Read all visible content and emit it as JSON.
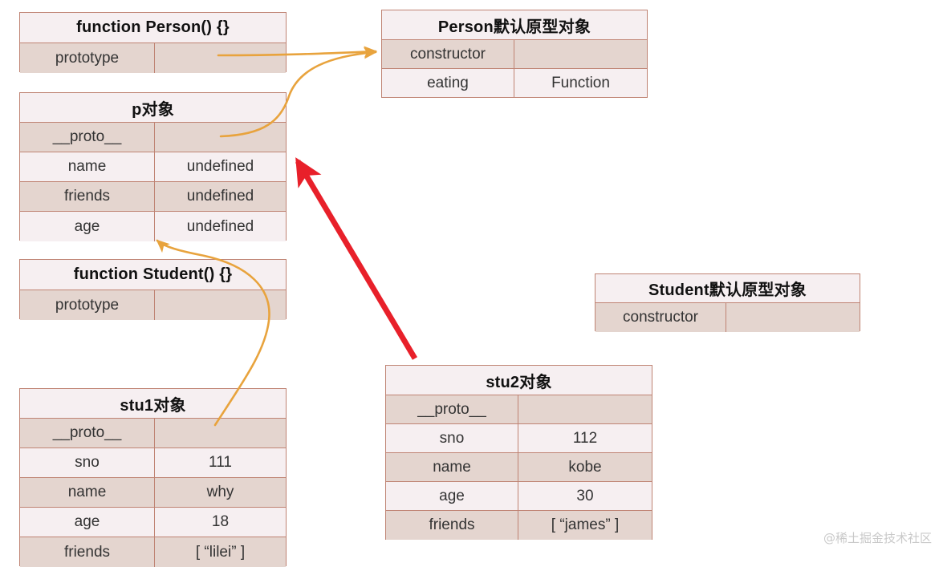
{
  "diagram": {
    "title": "JavaScript prototype chain diagram",
    "colors": {
      "border": "#bf8373",
      "row_light": "#f6eff1",
      "row_dark": "#e4d5cf",
      "arrow_orange": "#e8a33d",
      "arrow_red": "#e8202a",
      "background": "#ffffff",
      "text": "#333333"
    }
  },
  "boxes": {
    "person_fn": {
      "title": "function Person() {}",
      "rows": [
        {
          "key": "prototype",
          "value": ""
        }
      ]
    },
    "p_object": {
      "title": "p对象",
      "rows": [
        {
          "key": "__proto__",
          "value": ""
        },
        {
          "key": "name",
          "value": "undefined"
        },
        {
          "key": "friends",
          "value": "undefined"
        },
        {
          "key": "age",
          "value": "undefined"
        }
      ]
    },
    "student_fn": {
      "title": "function Student() {}",
      "rows": [
        {
          "key": "prototype",
          "value": ""
        }
      ]
    },
    "stu1_object": {
      "title": "stu1对象",
      "rows": [
        {
          "key": "__proto__",
          "value": ""
        },
        {
          "key": "sno",
          "value": "111"
        },
        {
          "key": "name",
          "value": "why"
        },
        {
          "key": "age",
          "value": "18"
        },
        {
          "key": "friends",
          "value": "[ “lilei” ]"
        }
      ]
    },
    "person_prototype": {
      "title": "Person默认原型对象",
      "rows": [
        {
          "key": "constructor",
          "value": ""
        },
        {
          "key": "eating",
          "value": "Function"
        }
      ]
    },
    "student_prototype": {
      "title": "Student默认原型对象",
      "rows": [
        {
          "key": "constructor",
          "value": ""
        }
      ]
    },
    "stu2_object": {
      "title": "stu2对象",
      "rows": [
        {
          "key": "__proto__",
          "value": ""
        },
        {
          "key": "sno",
          "value": "112"
        },
        {
          "key": "name",
          "value": "kobe"
        },
        {
          "key": "age",
          "value": "30"
        },
        {
          "key": "friends",
          "value": "[ “james” ]"
        }
      ]
    }
  },
  "arrows": [
    {
      "name": "person-prototype-to-person-proto-object",
      "color": "#e8a33d",
      "from": "function Person() {} prototype",
      "to": "Person默认原型对象 constructor"
    },
    {
      "name": "p-proto-to-person-proto-object",
      "color": "#e8a33d",
      "from": "p对象 __proto__",
      "to": "Person默认原型对象 constructor"
    },
    {
      "name": "stu1-proto-to-p-object",
      "color": "#e8a33d",
      "from": "stu1对象 __proto__",
      "to": "p对象"
    },
    {
      "name": "stu2-proto-to-p-object",
      "color": "#e8202a",
      "from": "stu2对象",
      "to": "p对象 __proto__"
    }
  ],
  "watermark": {
    "text": "@稀土掘金技术社区"
  }
}
